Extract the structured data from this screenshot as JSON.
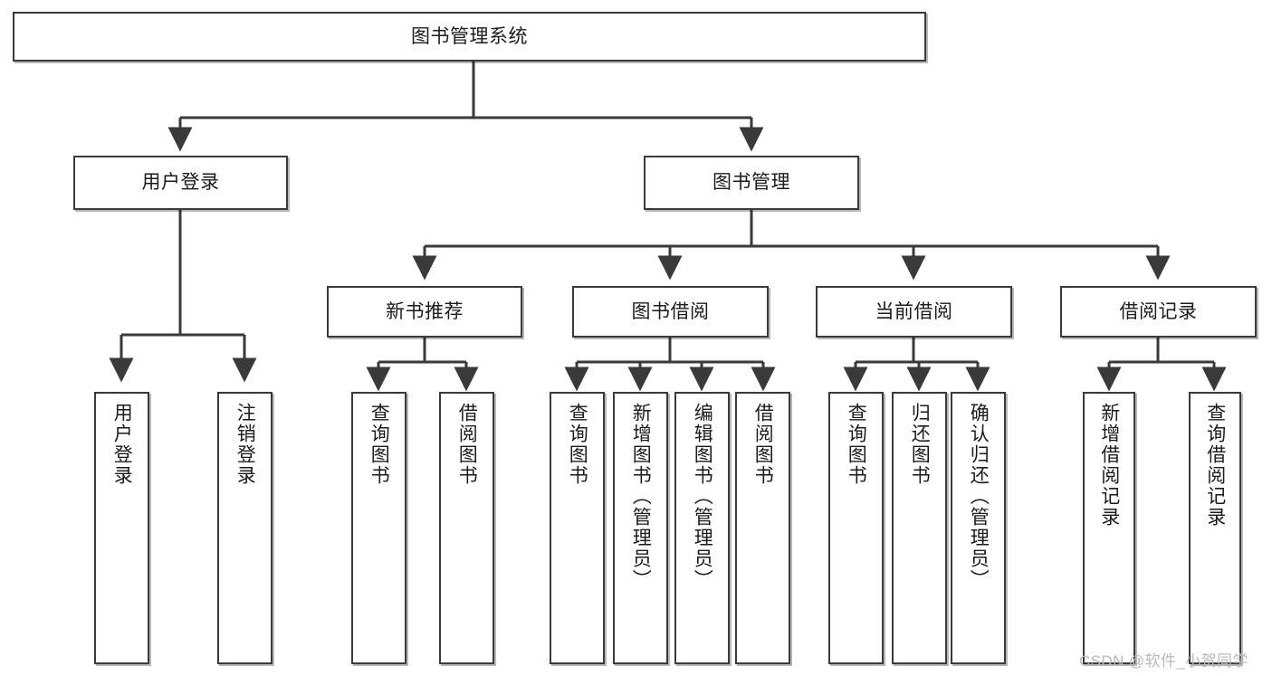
{
  "diagram": {
    "title_node": {
      "label": "图书管理系统"
    },
    "level2": [
      {
        "id": "user-login",
        "label": "用户登录"
      },
      {
        "id": "book-manage",
        "label": "图书管理"
      }
    ],
    "level3": [
      {
        "id": "new-book-recommend",
        "label": "新书推荐"
      },
      {
        "id": "book-borrow",
        "label": "图书借阅"
      },
      {
        "id": "current-borrow",
        "label": "当前借阅"
      },
      {
        "id": "borrow-record",
        "label": "借阅记录"
      }
    ],
    "leaves": {
      "user_login": [
        {
          "id": "leaf-user-login",
          "label": "用户登录"
        },
        {
          "id": "leaf-logout-login",
          "label": "注销登录"
        }
      ],
      "new_book_recommend": [
        {
          "id": "leaf-query-book-1",
          "label": "查询图书"
        },
        {
          "id": "leaf-borrow-book-1",
          "label": "借阅图书"
        }
      ],
      "book_borrow": [
        {
          "id": "leaf-query-book-2",
          "label": "查询图书"
        },
        {
          "id": "leaf-add-book",
          "label": "新增图书（管理员）"
        },
        {
          "id": "leaf-edit-book",
          "label": "编辑图书（管理员）"
        },
        {
          "id": "leaf-borrow-book-2",
          "label": "借阅图书"
        }
      ],
      "current_borrow": [
        {
          "id": "leaf-query-book-3",
          "label": "查询图书"
        },
        {
          "id": "leaf-return-book",
          "label": "归还图书"
        },
        {
          "id": "leaf-confirm-return",
          "label": "确认归还（管理员）"
        }
      ],
      "borrow_record": [
        {
          "id": "leaf-add-record",
          "label": "新增借阅记录"
        },
        {
          "id": "leaf-query-record",
          "label": "查询借阅记录"
        }
      ]
    },
    "watermark": {
      "text": "CSDN @软件_小贺同学"
    },
    "colors": {
      "stroke": "#3a3a3a",
      "fill": "#ffffff",
      "text": "#1b1b1b",
      "watermark": "#b9b9b9"
    }
  }
}
